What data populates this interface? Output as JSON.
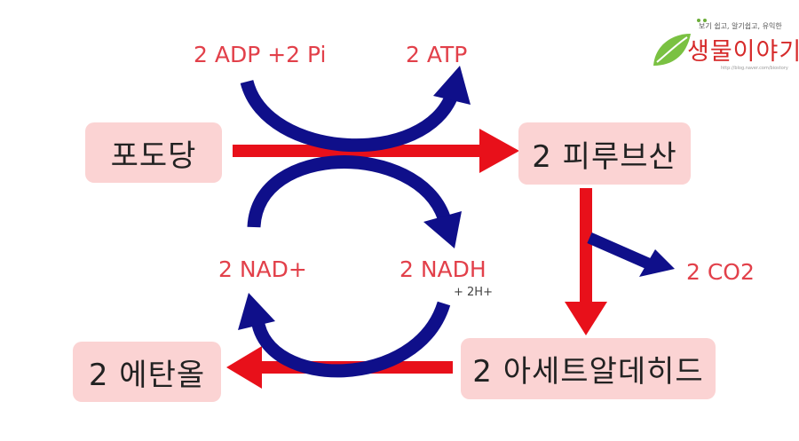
{
  "logo": {
    "tagline": "보기 쉽고, 알기쉽고, 유익한",
    "name": "생물이야기",
    "url": "http://blog.naver.com/biostory"
  },
  "nodes": {
    "glucose": "포도당",
    "pyruvate": "2 피루브산",
    "acetaldehyde": "2 아세트알데히드",
    "ethanol": "2 에탄올"
  },
  "labels": {
    "adp": "2 ADP +2 Pi",
    "atp": "2 ATP",
    "nad": "2 NAD+",
    "nadh": "2 NADH",
    "h": "+ 2H+",
    "co2": "2 CO2"
  },
  "colors": {
    "red_arrow": "#e8101a",
    "blue_arrow": "#0f0f8a",
    "box_fill": "#fbd3d3",
    "label_text": "#e2404a",
    "leaf_green": "#7ac142"
  }
}
